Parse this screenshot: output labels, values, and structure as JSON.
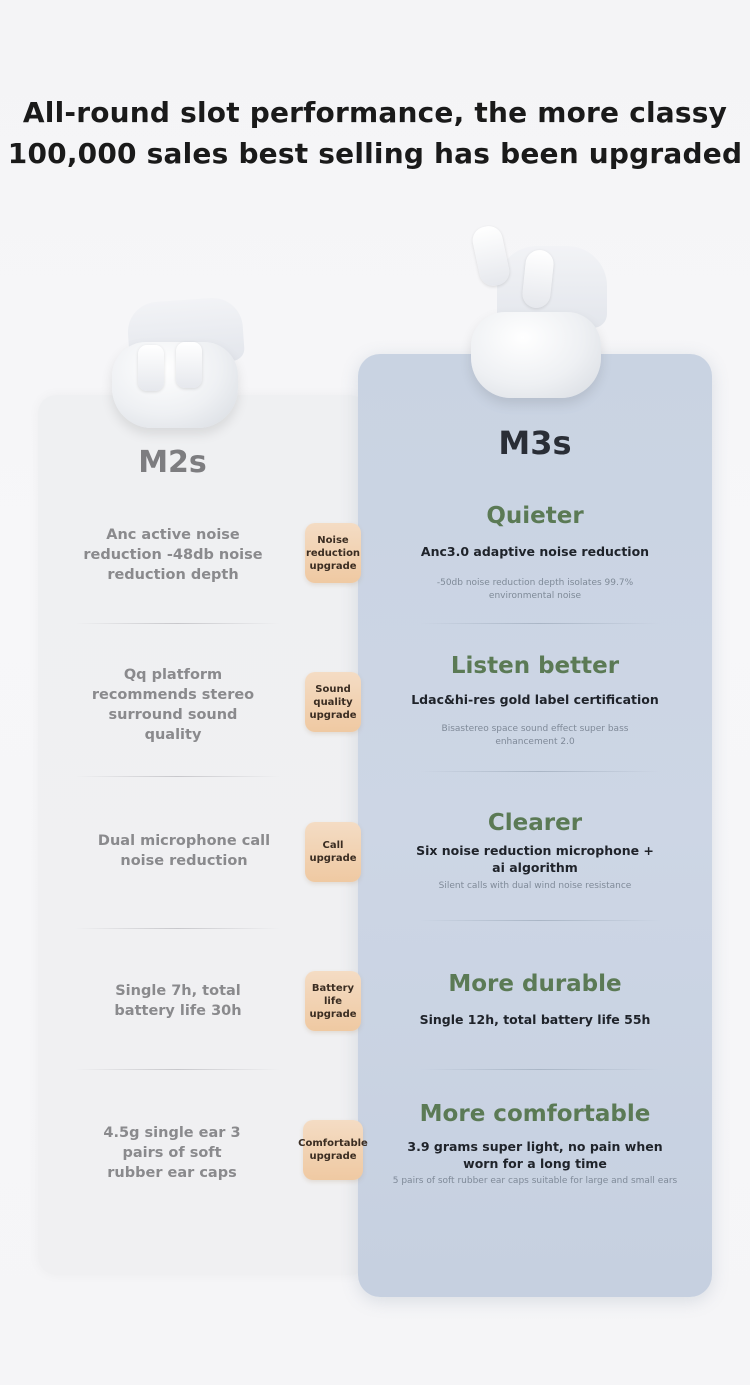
{
  "headline": {
    "line1": "All-round slot performance, the more classy",
    "line2": "100,000 sales best selling has been upgraded"
  },
  "models": {
    "old": "M2s",
    "new": "M3s"
  },
  "images": {
    "old_product": "earbuds-case-open-icon",
    "new_product": "earbuds-case-open-icon"
  },
  "rows": [
    {
      "old_feature": "Anc active noise reduction -48db noise reduction depth",
      "badge": "Noise reduction upgrade",
      "title": "Quieter",
      "main": "Anc3.0 adaptive noise reduction",
      "sub": "-50db noise reduction depth isolates 99.7% environmental noise"
    },
    {
      "old_feature": "Qq platform recommends stereo surround sound quality",
      "badge": "Sound quality upgrade",
      "title": "Listen better",
      "main": "Ldac&hi-res gold label certification",
      "sub": "Bisastereo space sound effect super bass enhancement 2.0"
    },
    {
      "old_feature": "Dual microphone call noise reduction",
      "badge": "Call upgrade",
      "title": "Clearer",
      "main": "Six noise reduction microphone + ai algorithm",
      "sub": "Silent calls with dual wind noise resistance"
    },
    {
      "old_feature": "Single 7h, total battery life 30h",
      "badge": "Battery life upgrade",
      "title": "More durable",
      "main": "Single 12h, total battery life 55h",
      "sub": ""
    },
    {
      "old_feature": "4.5g single ear 3 pairs of soft rubber ear caps",
      "badge": "Comfortable upgrade",
      "title": "More comfortable",
      "main": "3.9 grams super light, no pain when worn for a long time",
      "sub": "5 pairs of soft rubber ear caps suitable for large and small ears"
    }
  ],
  "colors": {
    "title_green": "#5b7a55",
    "badge_peach": "#efc9a2",
    "panel_blue": "#c9d3e2"
  }
}
